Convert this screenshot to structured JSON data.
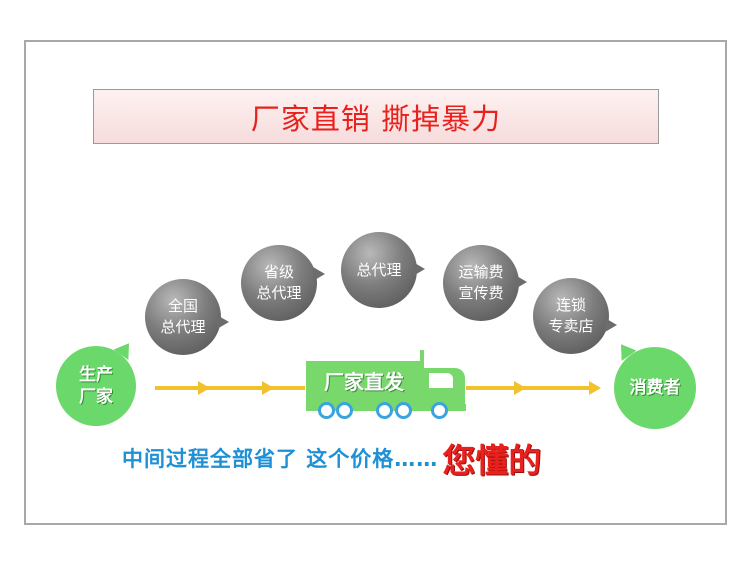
{
  "title": "厂家直销 撕掉暴力",
  "nodes": {
    "start": "生产\n厂家",
    "end": "消费者",
    "middlemen": [
      {
        "label": "全国\n总代理"
      },
      {
        "label": "省级\n总代理"
      },
      {
        "label": "总代理"
      },
      {
        "label": "运输费\n宣传费"
      },
      {
        "label": "连锁\n专卖店"
      }
    ]
  },
  "truck": {
    "label": "厂家直发"
  },
  "caption": {
    "main": "中间过程全部省了  这个价格……",
    "emphasis": "您懂的"
  },
  "colors": {
    "title_text": "#e8211c",
    "bubble_gray": "#6c6c6c",
    "green": "#6bd86b",
    "arrow": "#f2c12e",
    "caption_blue": "#1e90d6",
    "caption_red": "#e8211c"
  }
}
